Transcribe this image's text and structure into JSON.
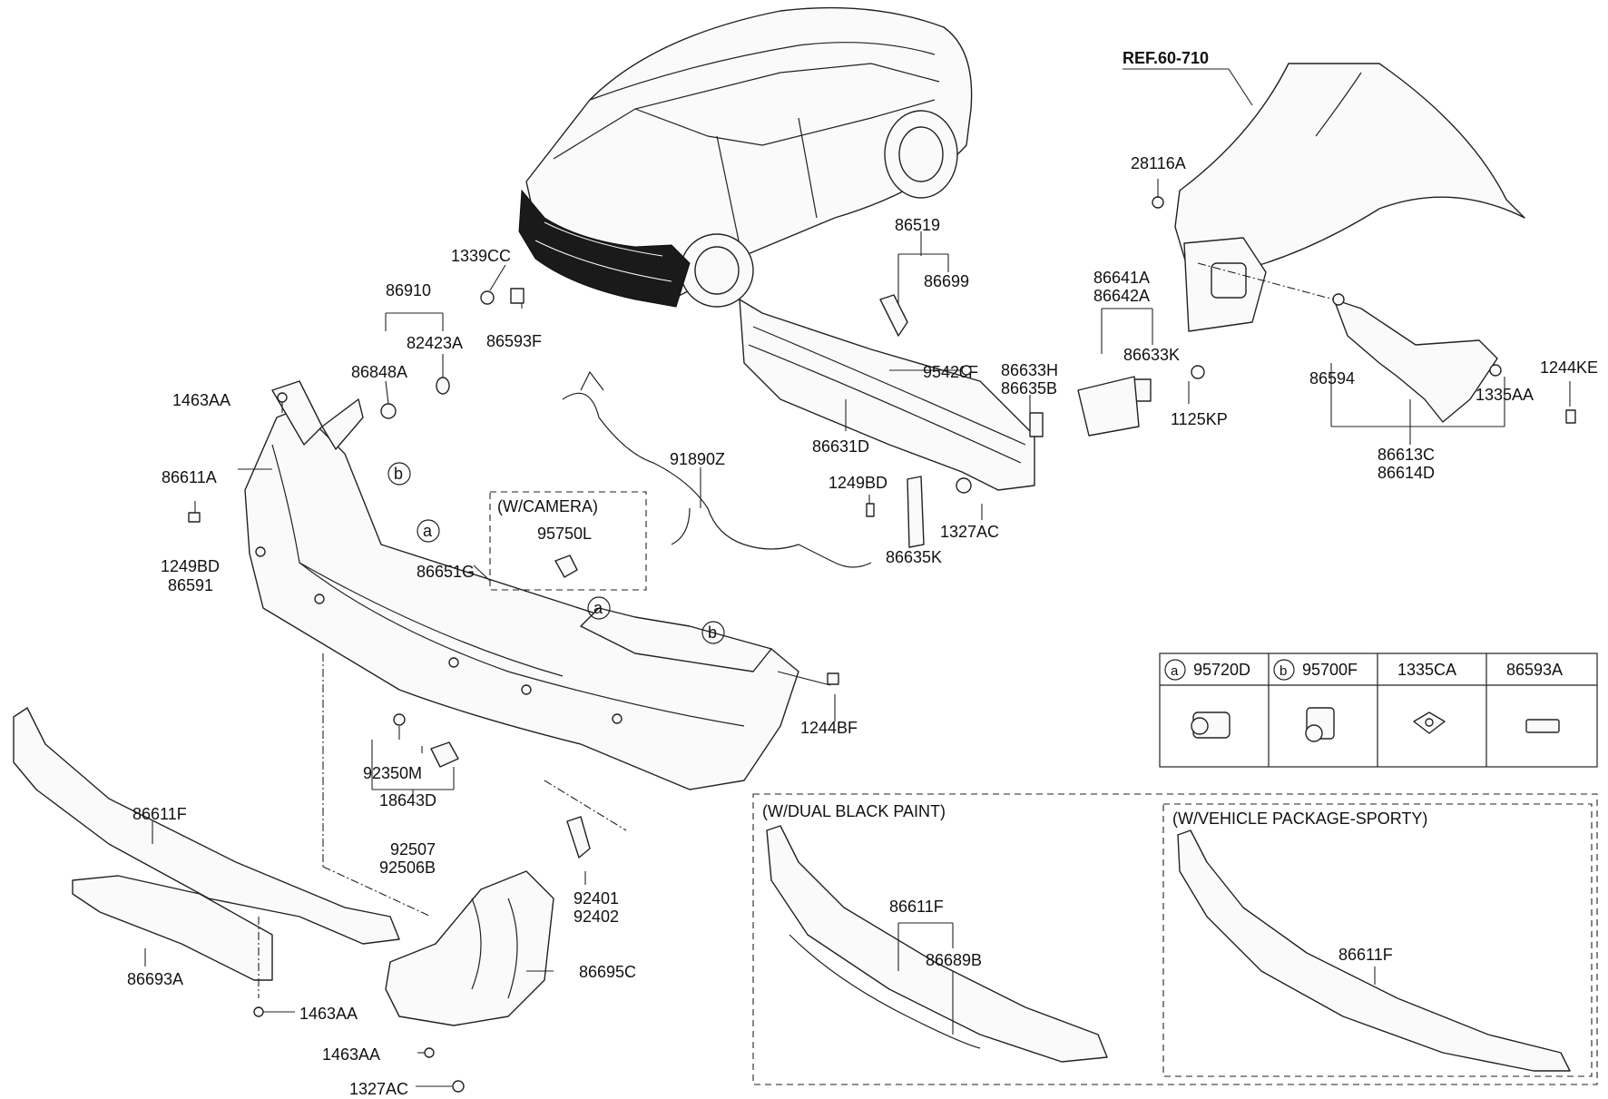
{
  "reference": "REF.60-710",
  "callouts": {
    "p28116A": "28116A",
    "p1339CC": "1339CC",
    "p86593F": "86593F",
    "p86910": "86910",
    "p82423A": "82423A",
    "p86848A": "86848A",
    "p1463AA_top": "1463AA",
    "p86611A": "86611A",
    "p1249BD_left": "1249BD",
    "p86591": "86591",
    "p86519": "86519",
    "p86699": "86699",
    "p95420F": "95420F",
    "p86641A": "86641A",
    "p86642A": "86642A",
    "p86633K": "86633K",
    "p86633H": "86633H",
    "p86635B": "86635B",
    "p1125KP": "1125KP",
    "p86631D": "86631D",
    "p1249BD_mid": "1249BD",
    "p1327AC_mid": "1327AC",
    "p86635K": "86635K",
    "p91890Z": "91890Z",
    "p95750L": "95750L",
    "p86651G": "86651G",
    "p1244BF": "1244BF",
    "p86594": "86594",
    "p1335AA": "1335AA",
    "p1244KE": "1244KE",
    "p86613C": "86613C",
    "p86614D": "86614D",
    "p86611F_main": "86611F",
    "p86693A": "86693A",
    "p1463AA_bot1": "1463AA",
    "p1463AA_bot2": "1463AA",
    "p1327AC_bot": "1327AC",
    "p92350M": "92350M",
    "p18643D": "18643D",
    "p92507": "92507",
    "p92506B": "92506B",
    "p92401": "92401",
    "p92402": "92402",
    "p86695C": "86695C",
    "p86611F_dual": "86611F",
    "p86689B": "86689B",
    "p86611F_sporty": "86611F"
  },
  "circle_markers": {
    "a": "a",
    "b": "b"
  },
  "boxes": {
    "camera": "(W/CAMERA)",
    "dual_black": "(W/DUAL BLACK PAINT)",
    "sporty": "(W/VEHICLE PACKAGE-SPORTY)"
  },
  "parts_table": {
    "headers": [
      "95720D",
      "95700F",
      "1335CA",
      "86593A"
    ],
    "header_markers": [
      "a",
      "b",
      "",
      ""
    ],
    "image_names": [
      "parking-sensor-icon",
      "parking-sensor-bracket-icon",
      "clip-nut-icon",
      "emblem-plate-icon"
    ]
  }
}
